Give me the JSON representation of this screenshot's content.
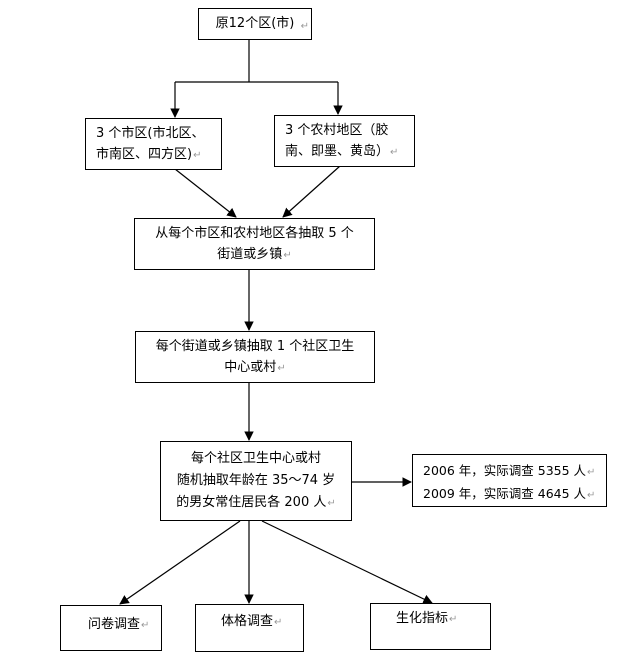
{
  "nodes": {
    "top": {
      "lines": [
        "原12个区(市)"
      ],
      "mark": "↵"
    },
    "urban": {
      "lines": [
        "3 个市区(市北区、",
        "市南区、四方区)"
      ],
      "mark": "↵"
    },
    "rural": {
      "lines": [
        "3 个农村地区（胶",
        "南、即墨、黄岛）"
      ],
      "mark": "↵"
    },
    "select_streets": {
      "lines": [
        "从每个市区和农村地区各抽取 5 个",
        "街道或乡镇"
      ],
      "mark": "↵"
    },
    "select_center": {
      "lines": [
        "每个街道或乡镇抽取 1 个社区卫生",
        "中心或村"
      ],
      "mark": "↵"
    },
    "select_residents": {
      "lines": [
        "每个社区卫生中心或村",
        "随机抽取年龄在 35～74 岁",
        "的男女常住居民各 200 人"
      ],
      "mark": "↵"
    },
    "survey_counts": {
      "lines": [
        "2006 年，实际调查 5355 人",
        "2009 年，实际调查 4645 人"
      ],
      "mark": "↵"
    },
    "questionnaire": {
      "lines": [
        "问卷调查"
      ],
      "mark": "↵"
    },
    "physical_exam": {
      "lines": [
        "体格调查"
      ],
      "mark": "↵"
    },
    "biochem": {
      "lines": [
        "生化指标"
      ],
      "mark": "↵"
    }
  }
}
